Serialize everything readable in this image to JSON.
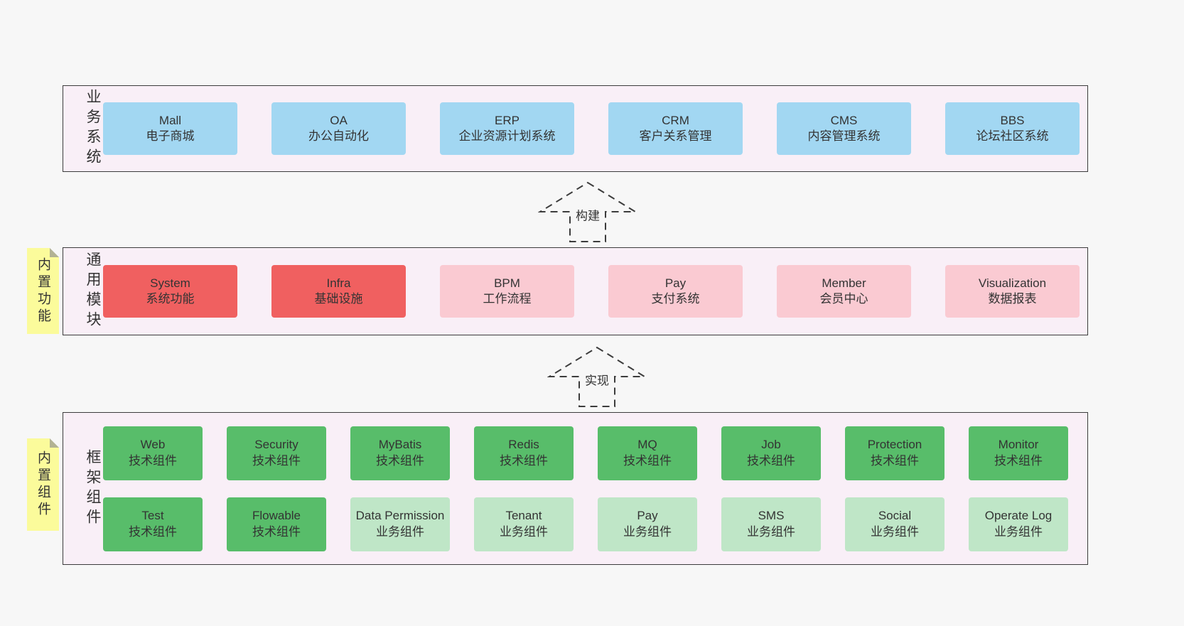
{
  "colors": {
    "page-bg": "#f7f7f7",
    "panel-bg": "#f9eff7",
    "panel-border": "#3c3c3c",
    "blue": "#a2d7f2",
    "red": "#f06060",
    "pink": "#facad2",
    "green": "#58bd6a",
    "lightgreen": "#bfe6c7",
    "note": "#fbfb9b",
    "note-fold": "#b2b293",
    "text": "#333333"
  },
  "arrows": [
    {
      "label": "构建"
    },
    {
      "label": "实现"
    }
  ],
  "layers": [
    {
      "side_label": "业务系统",
      "items": [
        {
          "title": "Mall",
          "subtitle": "电子商城",
          "variant": "blue"
        },
        {
          "title": "OA",
          "subtitle": "办公自动化",
          "variant": "blue"
        },
        {
          "title": "ERP",
          "subtitle": "企业资源计划系统",
          "variant": "blue"
        },
        {
          "title": "CRM",
          "subtitle": "客户关系管理",
          "variant": "blue"
        },
        {
          "title": "CMS",
          "subtitle": "内容管理系统",
          "variant": "blue"
        },
        {
          "title": "BBS",
          "subtitle": "论坛社区系统",
          "variant": "blue"
        }
      ]
    },
    {
      "side_label": "通用模块",
      "note_label": "内置功能",
      "items": [
        {
          "title": "System",
          "subtitle": "系统功能",
          "variant": "red"
        },
        {
          "title": "Infra",
          "subtitle": "基础设施",
          "variant": "red"
        },
        {
          "title": "BPM",
          "subtitle": "工作流程",
          "variant": "pink"
        },
        {
          "title": "Pay",
          "subtitle": "支付系统",
          "variant": "pink"
        },
        {
          "title": "Member",
          "subtitle": "会员中心",
          "variant": "pink"
        },
        {
          "title": "Visualization",
          "subtitle": "数据报表",
          "variant": "pink"
        }
      ]
    },
    {
      "side_label": "框架组件",
      "note_label": "内置组件",
      "rows": [
        [
          {
            "title": "Web",
            "subtitle": "技术组件",
            "variant": "green"
          },
          {
            "title": "Security",
            "subtitle": "技术组件",
            "variant": "green"
          },
          {
            "title": "MyBatis",
            "subtitle": "技术组件",
            "variant": "green"
          },
          {
            "title": "Redis",
            "subtitle": "技术组件",
            "variant": "green"
          },
          {
            "title": "MQ",
            "subtitle": "技术组件",
            "variant": "green"
          },
          {
            "title": "Job",
            "subtitle": "技术组件",
            "variant": "green"
          },
          {
            "title": "Protection",
            "subtitle": "技术组件",
            "variant": "green"
          },
          {
            "title": "Monitor",
            "subtitle": "技术组件",
            "variant": "green"
          }
        ],
        [
          {
            "title": "Test",
            "subtitle": "技术组件",
            "variant": "green"
          },
          {
            "title": "Flowable",
            "subtitle": "技术组件",
            "variant": "green"
          },
          {
            "title": "Data Permission",
            "subtitle": "业务组件",
            "variant": "lightgreen"
          },
          {
            "title": "Tenant",
            "subtitle": "业务组件",
            "variant": "lightgreen"
          },
          {
            "title": "Pay",
            "subtitle": "业务组件",
            "variant": "lightgreen"
          },
          {
            "title": "SMS",
            "subtitle": "业务组件",
            "variant": "lightgreen"
          },
          {
            "title": "Social",
            "subtitle": "业务组件",
            "variant": "lightgreen"
          },
          {
            "title": "Operate Log",
            "subtitle": "业务组件",
            "variant": "lightgreen"
          }
        ]
      ]
    }
  ]
}
